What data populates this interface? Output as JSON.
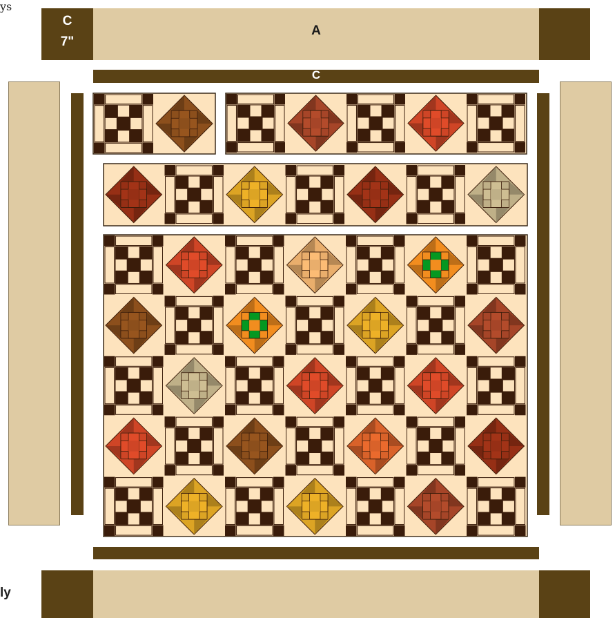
{
  "labels": {
    "c_corner": "C",
    "c_corner_size": "7\"",
    "a_top": "A",
    "c_top_strip": "C"
  },
  "text_fragments": {
    "top_left": "ys",
    "bottom_left": "ly"
  },
  "colors": {
    "border_cream": "#dfcba3",
    "border_brown": "#5a4215",
    "sashing_brown": "#5a4215",
    "block_background": "#fde3bd",
    "nine_patch_dark": "#3a1c0a",
    "nine_patch_light": "#fde3bd"
  },
  "blocks": {
    "row1_segment_a": [
      "nine",
      "brown"
    ],
    "row1_segment_b": [
      "nine",
      "rust",
      "nine",
      "red-orange",
      "nine"
    ],
    "row2": [
      "dark-red",
      "nine",
      "gold",
      "nine",
      "dark-red",
      "nine",
      "tan"
    ],
    "main_rows": [
      [
        "nine",
        "red-orange",
        "nine",
        "peach",
        "nine",
        "orange",
        "nine"
      ],
      [
        "brown",
        "nine",
        "orange",
        "nine",
        "gold",
        "nine",
        "rust"
      ],
      [
        "nine",
        "tan",
        "nine",
        "red-orange",
        "nine",
        "red-orange",
        "nine"
      ],
      [
        "red-orange",
        "nine",
        "brown",
        "nine",
        "burnt-orange",
        "nine",
        "dark-red"
      ],
      [
        "nine",
        "gold",
        "nine",
        "gold",
        "nine",
        "rust",
        "nine"
      ]
    ],
    "churn_colors": {
      "brown": "#8c4f1c",
      "rust": "#a64528",
      "red-orange": "#cf4526",
      "dark-red": "#962f15",
      "gold": "#dca424",
      "tan": "#bfb088",
      "peach": "#e9ae6c",
      "orange": "#f28d1f",
      "burnt-orange": "#d9622a"
    }
  }
}
